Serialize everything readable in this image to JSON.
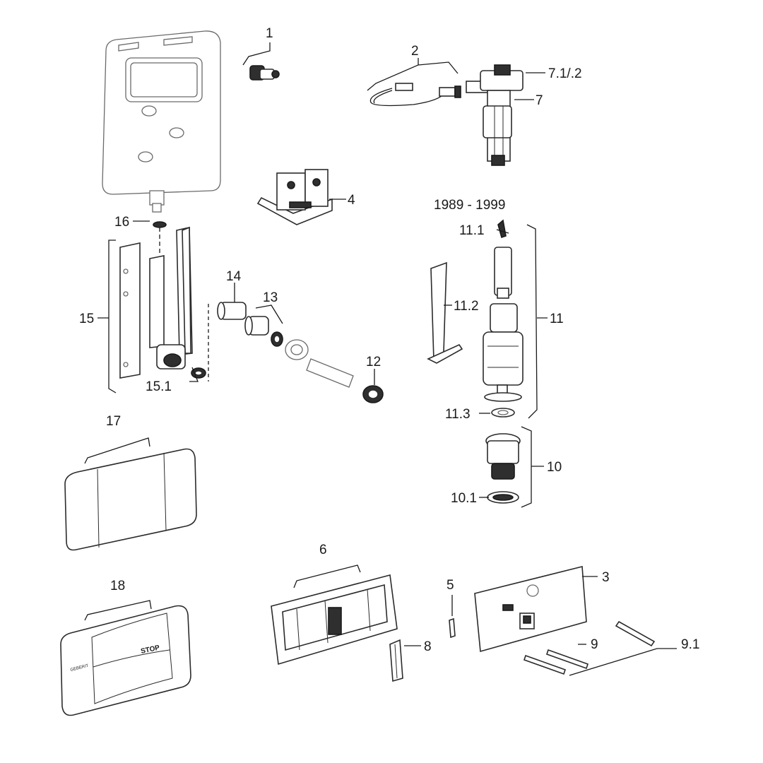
{
  "diagram": {
    "year_range": "1989 - 1999",
    "flush_plate_text": "STOP",
    "logo_text": "GEBERIT",
    "labels": {
      "l1": "1",
      "l2": "2",
      "l3": "3",
      "l4": "4",
      "l5": "5",
      "l6": "6",
      "l7": "7",
      "l7_1": "7.1/.2",
      "l8": "8",
      "l9": "9",
      "l9_1": "9.1",
      "l10": "10",
      "l10_1": "10.1",
      "l11": "11",
      "l11_1": "11.1",
      "l11_2": "11.2",
      "l11_3": "11.3",
      "l12": "12",
      "l13": "13",
      "l14": "14",
      "l15": "15",
      "l15_1": "15.1",
      "l16": "16",
      "l17": "17",
      "l18": "18"
    }
  }
}
